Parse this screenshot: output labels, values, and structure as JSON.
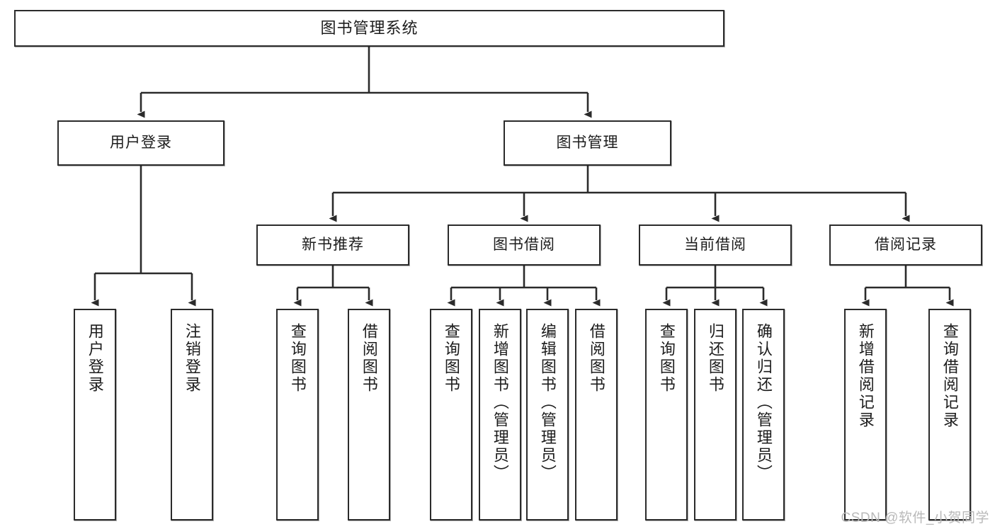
{
  "diagram": {
    "title": "图书管理系统",
    "type": "tree-hierarchy-chart",
    "colors": {
      "box_border": "#2b2b2b",
      "box_fill": "#ffffff",
      "connector": "#2b2b2b",
      "text": "#1c1c1c",
      "watermark": "#b9b9b9",
      "background": "#ffffff"
    },
    "root": {
      "label": "图书管理系统"
    },
    "level2": [
      {
        "label": "用户登录"
      },
      {
        "label": "图书管理"
      }
    ],
    "level3": [
      {
        "label": "新书推荐"
      },
      {
        "label": "图书借阅"
      },
      {
        "label": "当前借阅"
      },
      {
        "label": "借阅记录"
      }
    ],
    "leaves": [
      {
        "label": "用户登录"
      },
      {
        "label": "注销登录"
      },
      {
        "label": "查询图书"
      },
      {
        "label": "借阅图书"
      },
      {
        "label": "查询图书"
      },
      {
        "label": "新增图书（管理员）"
      },
      {
        "label": "编辑图书（管理员）"
      },
      {
        "label": "借阅图书"
      },
      {
        "label": "查询图书"
      },
      {
        "label": "归还图书"
      },
      {
        "label": "确认归还（管理员）"
      },
      {
        "label": "新增借阅记录"
      },
      {
        "label": "查询借阅记录"
      }
    ]
  },
  "watermark": {
    "text": "CSDN @软件_小贺同学"
  }
}
